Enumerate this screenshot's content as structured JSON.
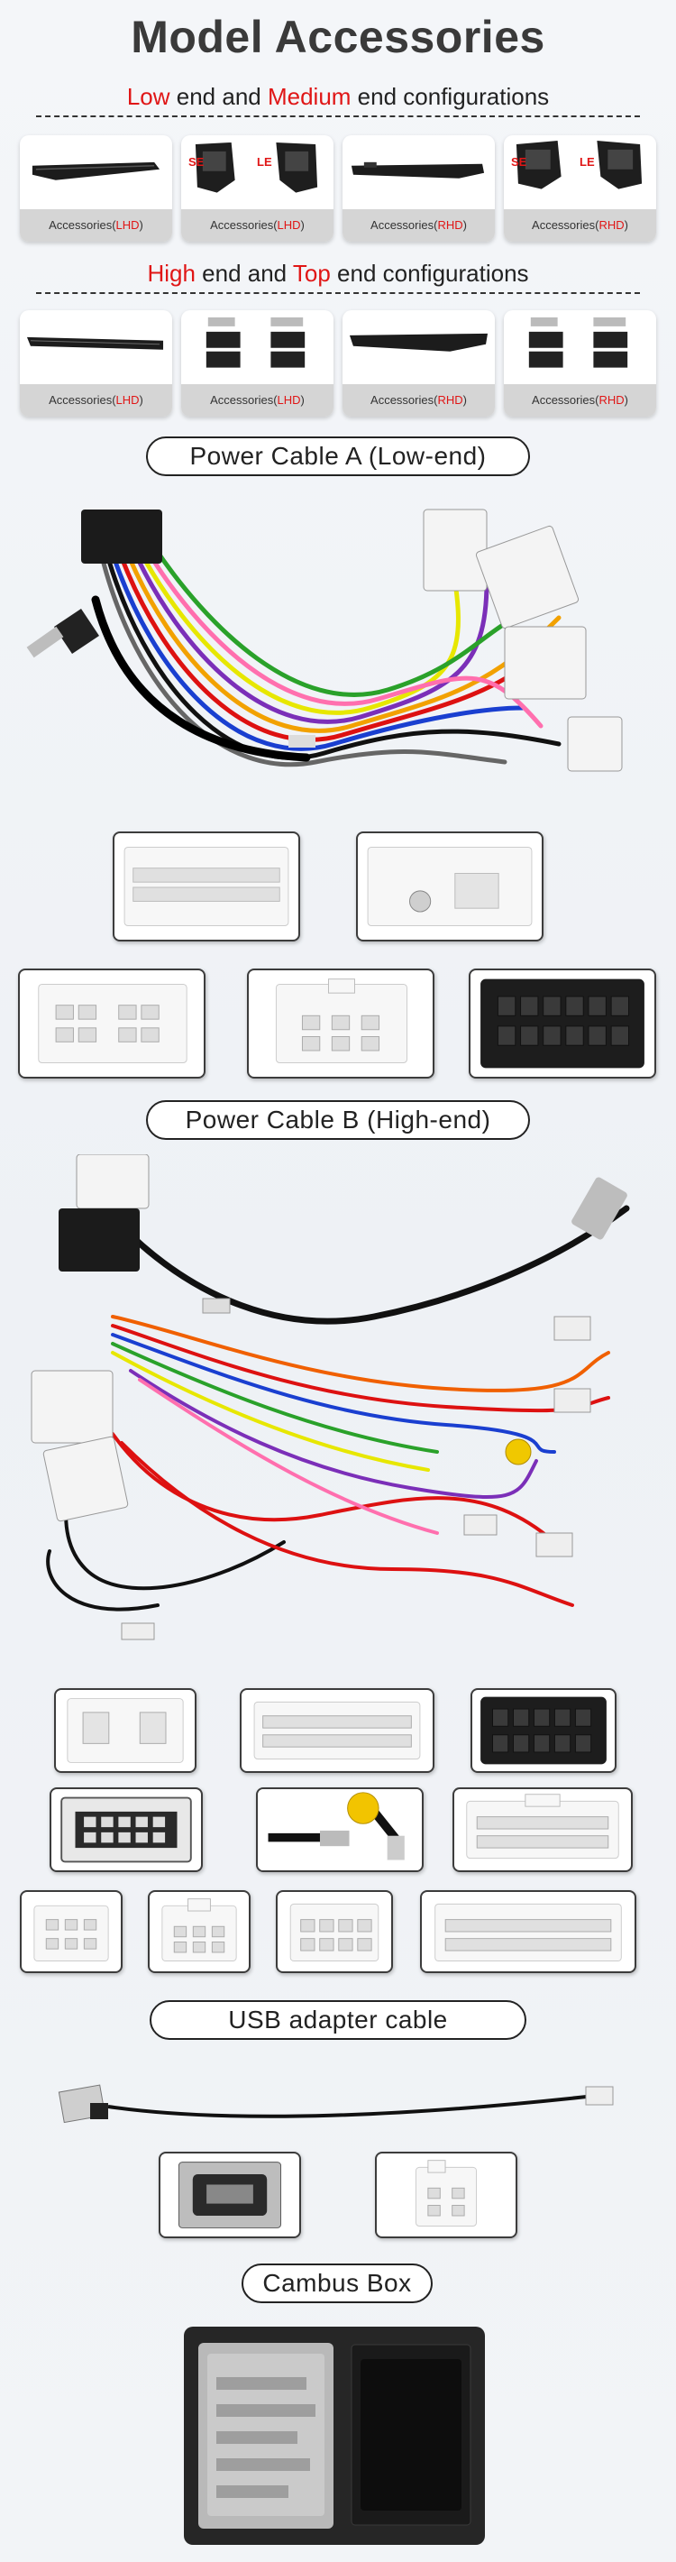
{
  "page": {
    "title": "Model Accessories"
  },
  "config_low_medium": {
    "word1": "Low",
    "mid1": " end and ",
    "word2": "Medium",
    "rest": " end configurations",
    "cards": [
      {
        "label_prefix": "Accessories(",
        "label_code": "LHD",
        "label_suffix": ")"
      },
      {
        "label_prefix": "Accessories(",
        "label_code": "LHD",
        "label_suffix": ")",
        "tag_left": "SE",
        "tag_right": "LE"
      },
      {
        "label_prefix": "Accessories(",
        "label_code": "RHD",
        "label_suffix": ")"
      },
      {
        "label_prefix": "Accessories(",
        "label_code": "RHD",
        "label_suffix": ")",
        "tag_left": "SE",
        "tag_right": "LE"
      }
    ]
  },
  "config_high_top": {
    "word1": "High",
    "mid1": " end and ",
    "word2": "Top",
    "rest": " end configurations",
    "cards": [
      {
        "label_prefix": "Accessories(",
        "label_code": "LHD",
        "label_suffix": ")"
      },
      {
        "label_prefix": "Accessories(",
        "label_code": "LHD",
        "label_suffix": ")"
      },
      {
        "label_prefix": "Accessories(",
        "label_code": "RHD",
        "label_suffix": ")"
      },
      {
        "label_prefix": "Accessories(",
        "label_code": "RHD",
        "label_suffix": ")"
      }
    ]
  },
  "sections": {
    "power_a": "Power Cable A (Low-end)",
    "power_b": "Power Cable B (High-end)",
    "usb": "USB adapter cable",
    "cambus": "Cambus Box"
  },
  "colors": {
    "accent_red": "#e01616",
    "label_gray": "#d5d5d5",
    "connector_white": "#f7f7f7",
    "connector_black": "#1d1d1d"
  }
}
